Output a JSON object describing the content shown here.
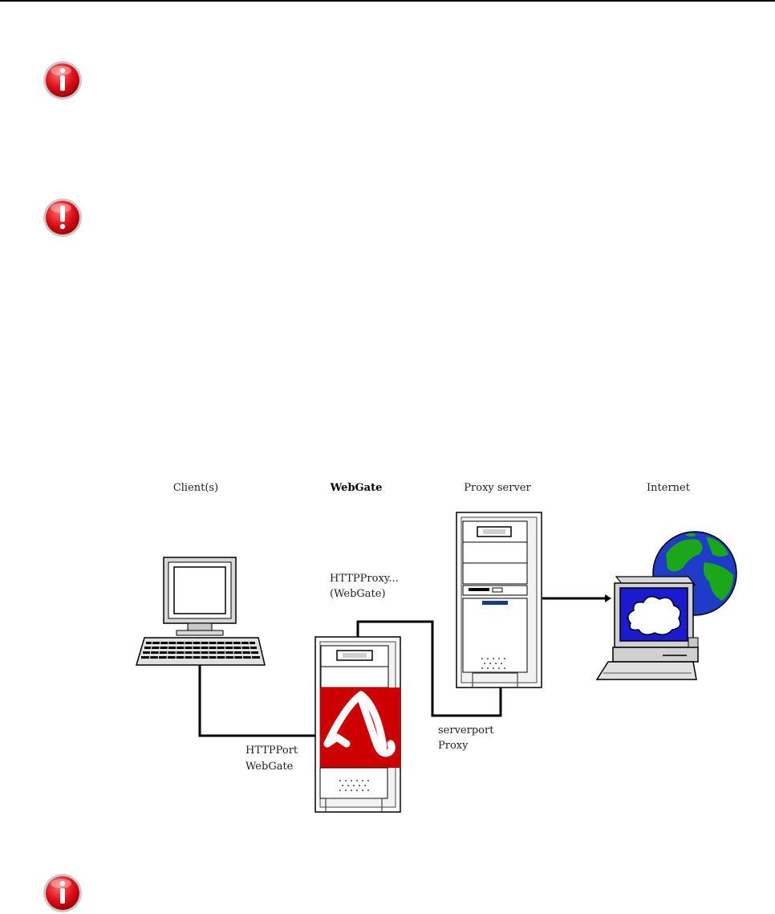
{
  "callouts": [
    {
      "icon": "info-icon"
    },
    {
      "icon": "warning-icon"
    },
    {
      "icon": "info-icon"
    }
  ],
  "diagram": {
    "columns": {
      "clients": "Client(s)",
      "webgate": "WebGate",
      "proxy": "Proxy server",
      "internet": "Internet"
    },
    "connections": {
      "httpproxy_line1": "HTTPProxy...",
      "httpproxy_line2": "(WebGate)",
      "serverport_line1": "serverport",
      "serverport_line2": "Proxy",
      "httpport_line1": "HTTPPort",
      "httpport_line2": "WebGate"
    },
    "colors": {
      "callout_red": "#e0101a",
      "brand_red": "#cc0000",
      "screen_blue": "#1a1ad0",
      "globe_blue": "#1e3cc8",
      "globe_green": "#1aa81a",
      "cable": "#000000"
    }
  }
}
